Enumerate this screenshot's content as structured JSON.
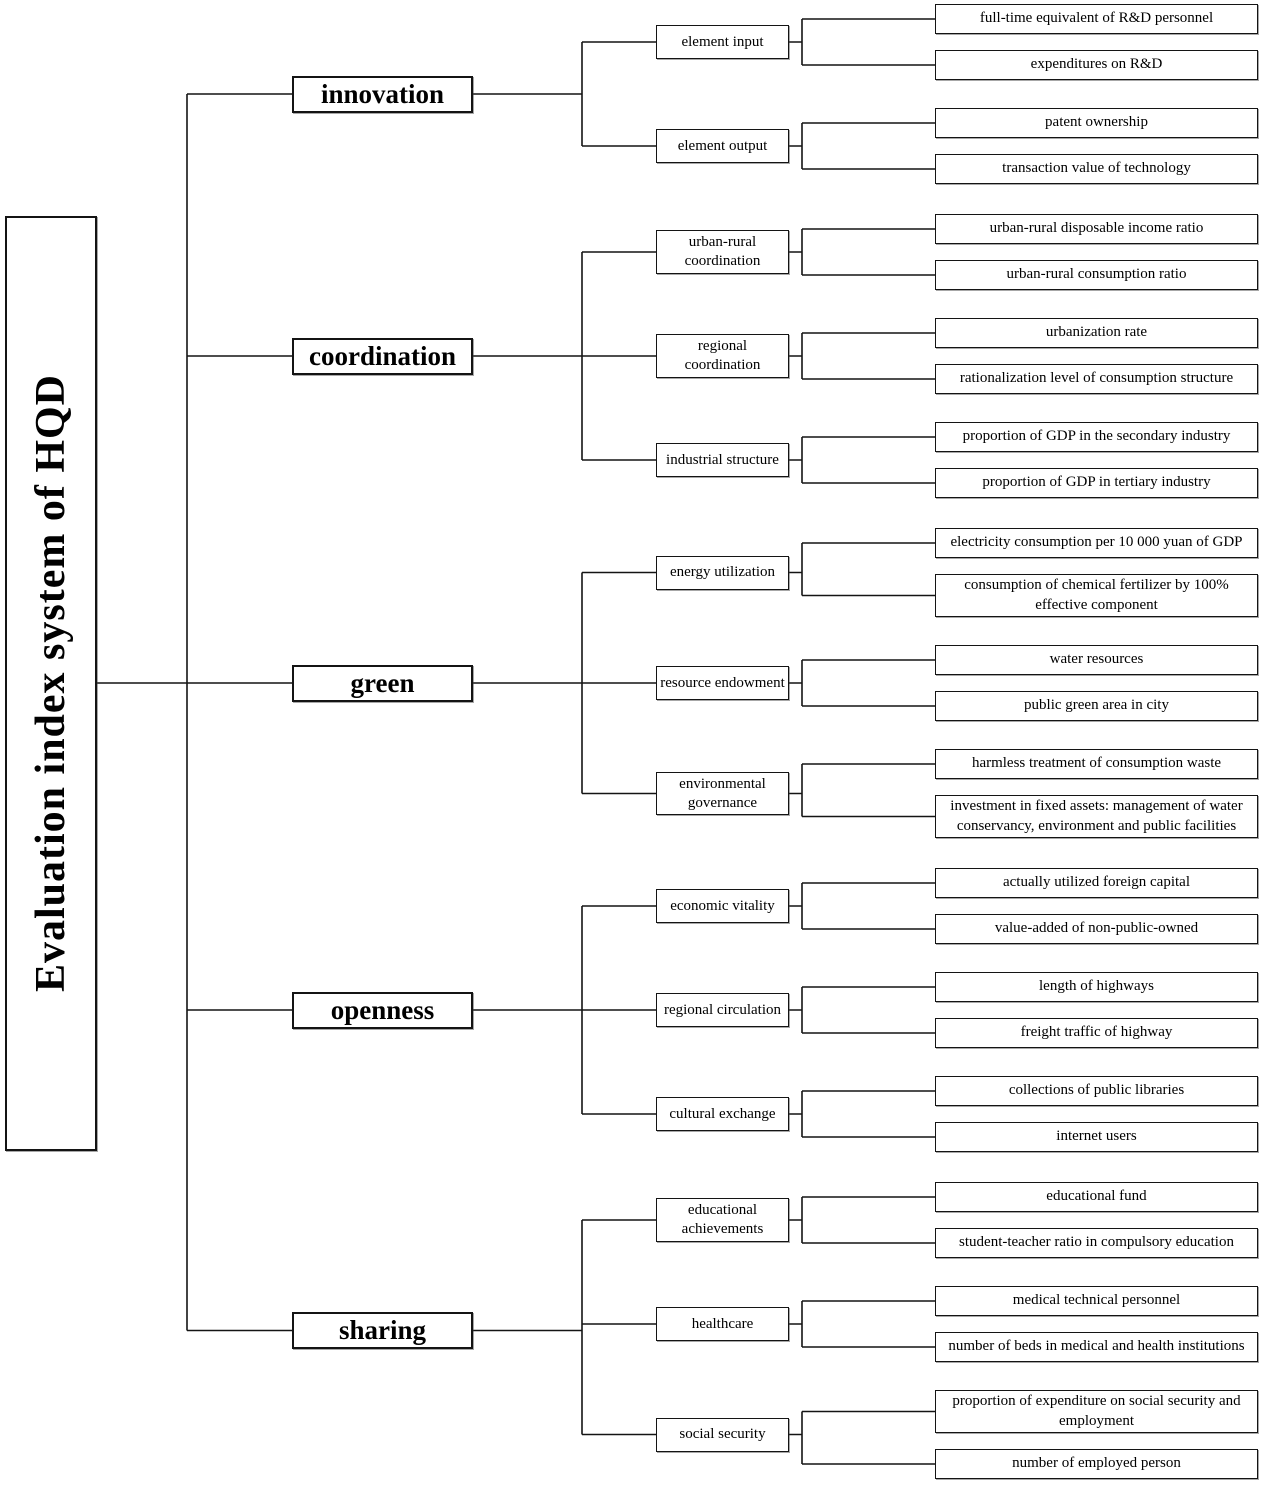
{
  "root": {
    "label": "Evaluation index system of HQD"
  },
  "branches": [
    {
      "label": "innovation",
      "children": [
        {
          "label": "element input",
          "leaves": [
            "full-time equivalent of R&D personnel",
            "expenditures on R&D"
          ]
        },
        {
          "label": "element output",
          "leaves": [
            "patent ownership",
            "transaction value of technology"
          ]
        }
      ]
    },
    {
      "label": "coordination",
      "children": [
        {
          "label": "urban-rural coordination",
          "leaves": [
            "urban-rural disposable income ratio",
            "urban-rural consumption ratio"
          ]
        },
        {
          "label": "regional coordination",
          "leaves": [
            "urbanization rate",
            "rationalization level of consumption structure"
          ]
        },
        {
          "label": "industrial structure",
          "leaves": [
            "proportion of GDP in the secondary industry",
            "proportion of GDP in tertiary industry"
          ]
        }
      ]
    },
    {
      "label": "green",
      "children": [
        {
          "label": "energy utilization",
          "leaves": [
            "electricity consumption per 10 000 yuan of GDP",
            "consumption of chemical fertilizer by 100% effective component"
          ]
        },
        {
          "label": "resource endowment",
          "leaves": [
            "water resources",
            "public green area in city"
          ]
        },
        {
          "label": "environmental governance",
          "leaves": [
            "harmless treatment of consumption waste",
            "investment in fixed assets: management of water conservancy, environment and public facilities"
          ]
        }
      ]
    },
    {
      "label": "openness",
      "children": [
        {
          "label": "economic vitality",
          "leaves": [
            "actually utilized foreign capital",
            "value-added of non-public-owned"
          ]
        },
        {
          "label": "regional circulation",
          "leaves": [
            "length of highways",
            "freight traffic of highway"
          ]
        },
        {
          "label": "cultural exchange",
          "leaves": [
            "collections of public libraries",
            "internet users"
          ]
        }
      ]
    },
    {
      "label": "sharing",
      "children": [
        {
          "label": "educational achievements",
          "leaves": [
            "educational fund",
            "student-teacher ratio in compulsory education"
          ]
        },
        {
          "label": "healthcare",
          "leaves": [
            "medical technical personnel",
            "number of beds in medical and health institutions"
          ]
        },
        {
          "label": "social security",
          "leaves": [
            "proportion of expenditure on social security and employment",
            "number of employed person"
          ]
        }
      ]
    }
  ],
  "style": {
    "line_color": "#141414",
    "box_border_color": "#141414",
    "background": "#ffffff",
    "text_color": "#000000"
  }
}
